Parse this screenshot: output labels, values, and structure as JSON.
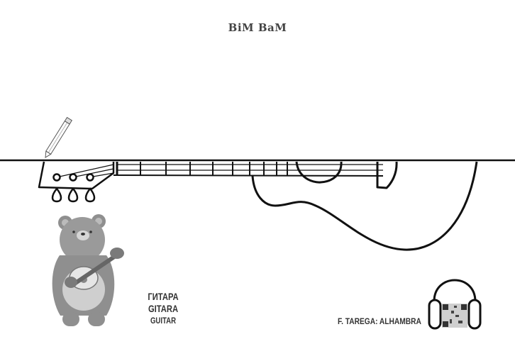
{
  "brand": "BiM BaM",
  "instrument_names": {
    "ru": "ГИТАРА",
    "hr": "GITARA",
    "en": "GUITAR"
  },
  "music_piece": "F. TAREGA: ALHAMBRA",
  "colors": {
    "line": "#111111",
    "bear": "#8f8f8f",
    "text": "#333333"
  }
}
